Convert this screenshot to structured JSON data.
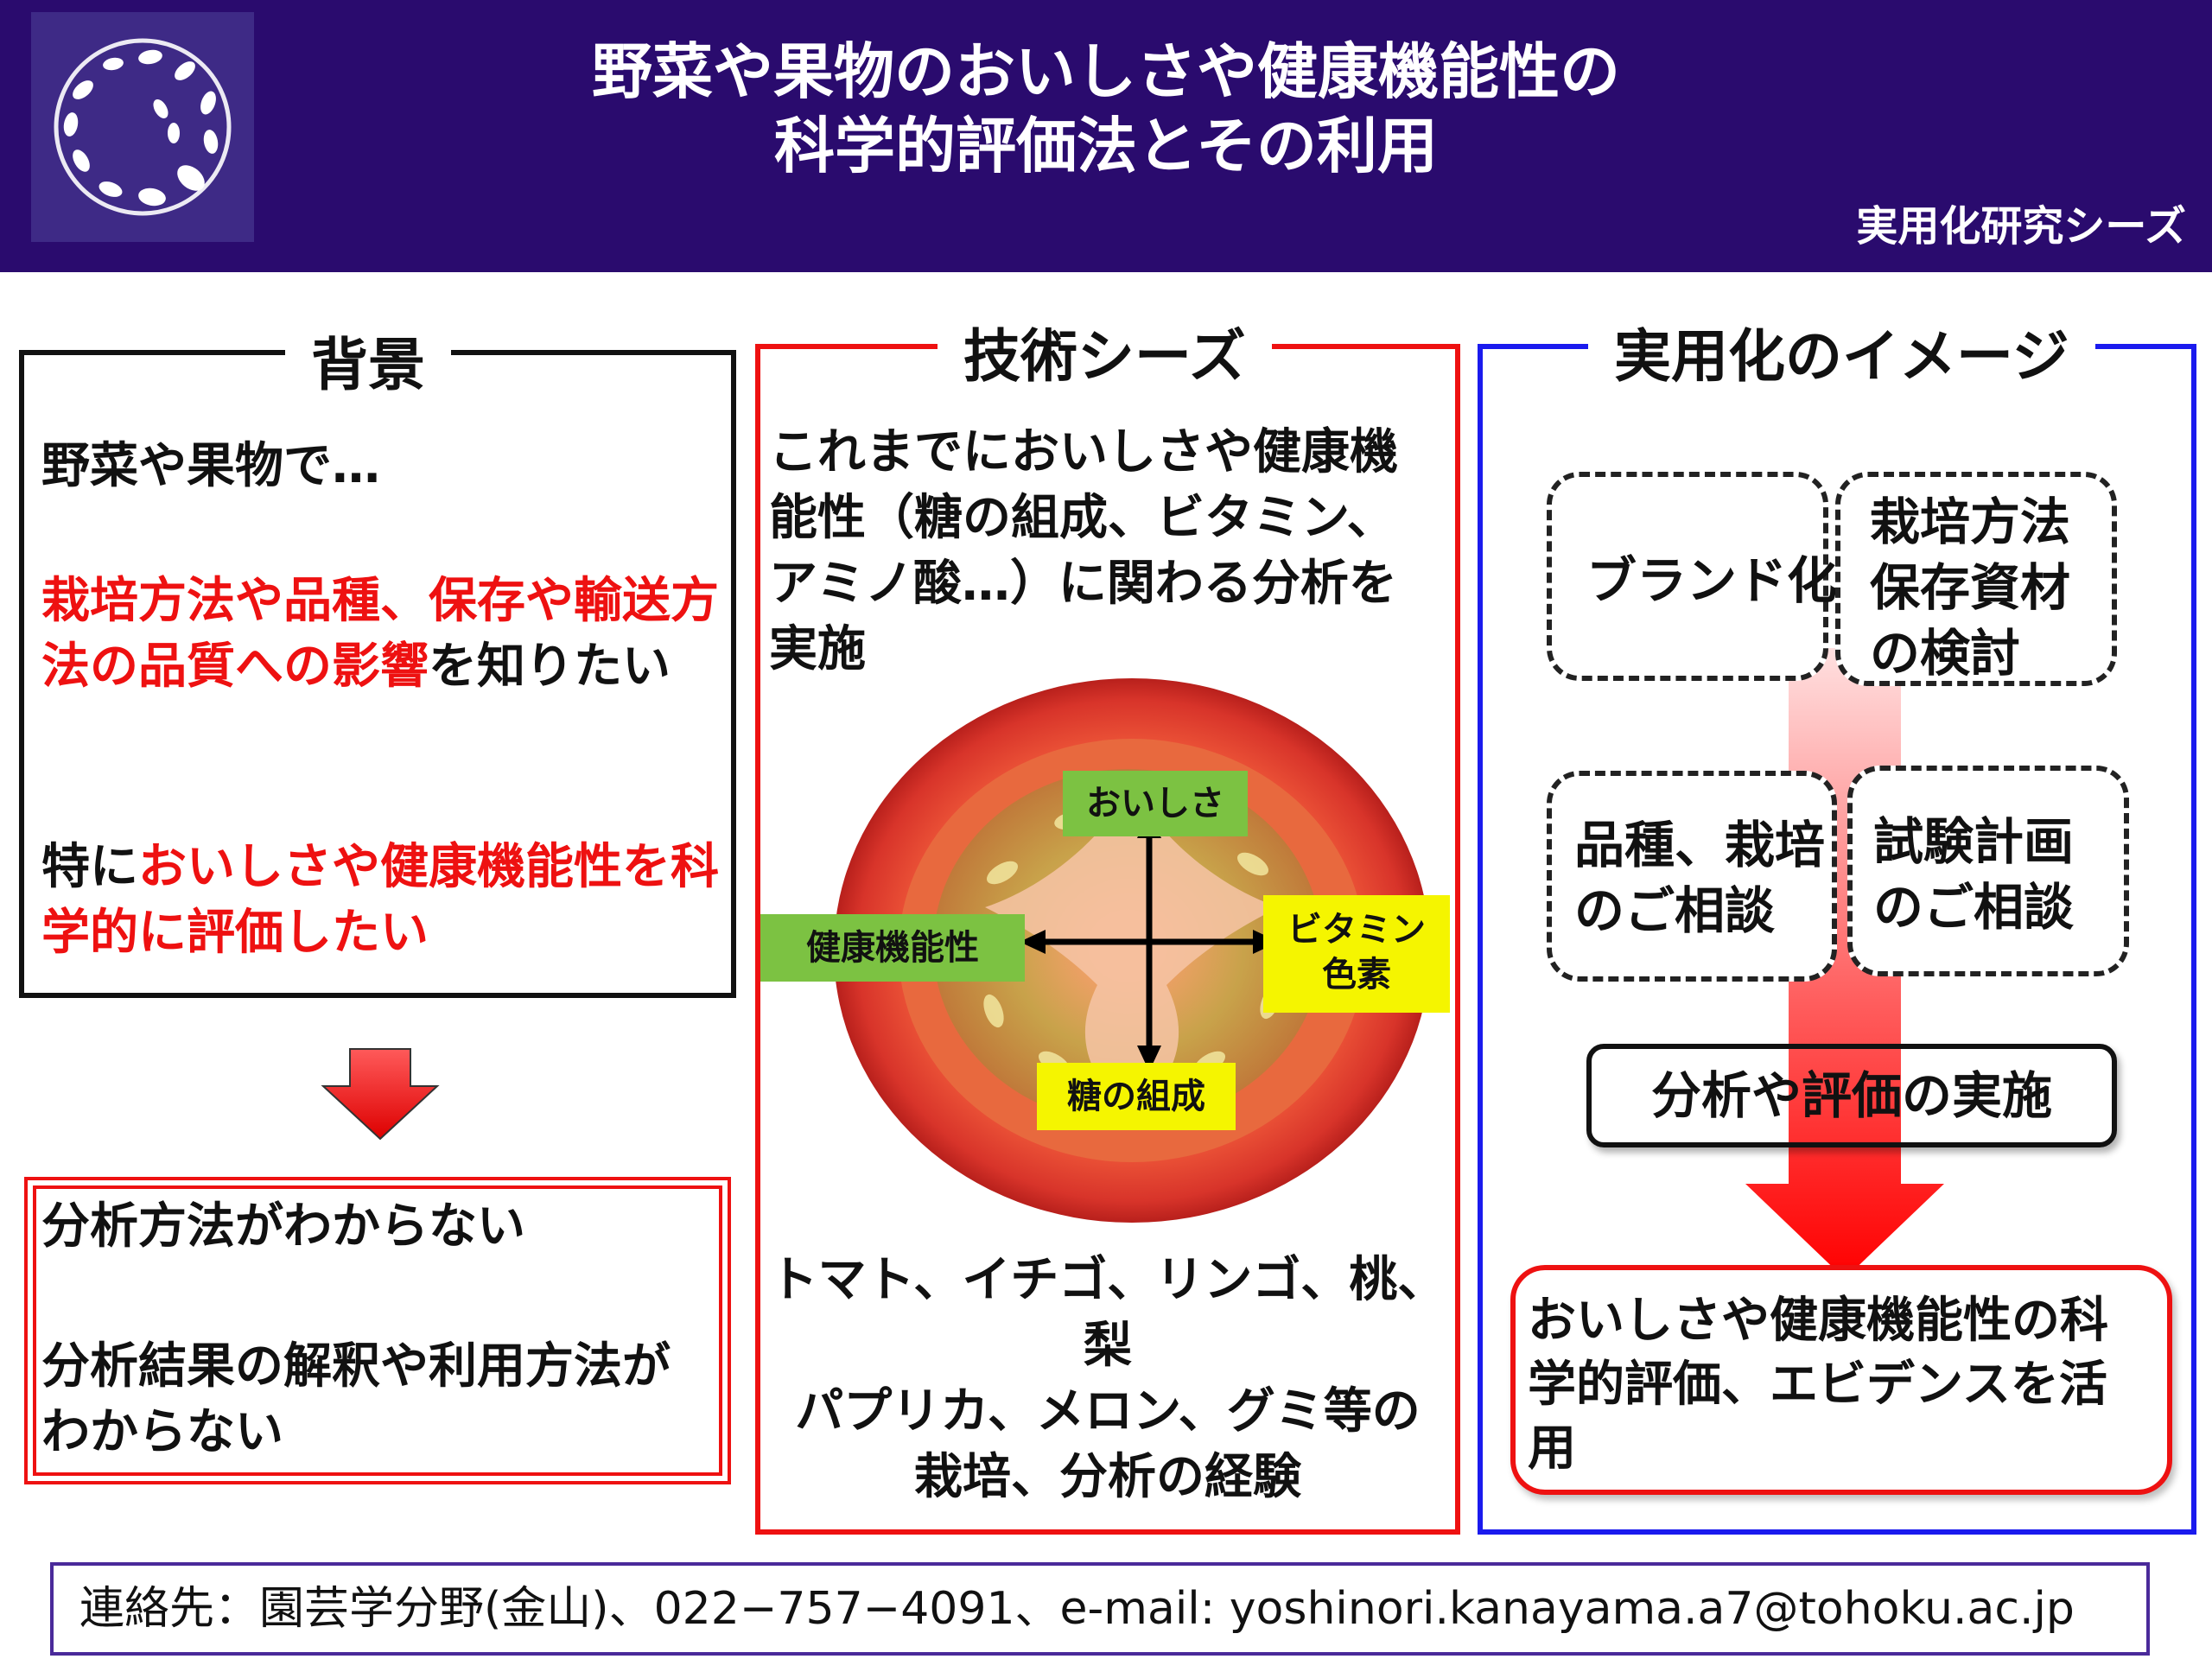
{
  "header": {
    "title_line1": "野菜や果物のおいしさや健康機能性の",
    "title_line2": "科学的評価法とその利用",
    "series_tag": "実用化研究シーズ"
  },
  "background": {
    "label": "背景",
    "p1": "野菜や果物で…",
    "p2_red": "栽培方法や品種、保存や輸送方法の品質への影響",
    "p2_black": "を知りたい",
    "p3_black": "特に",
    "p3_red": "おいしさや健康機能性を科学的に評価したい",
    "problem1": "分析方法がわからない",
    "problem2": "分析結果の解釈や利用方法がわからない"
  },
  "seeds": {
    "label": "技術シーズ",
    "intro": "これまでにおいしさや健康機能性（糖の組成、ビタミン、アミノ酸…）に関わる分析を実施",
    "axis_top": "おいしさ",
    "axis_left": "健康機能性",
    "axis_right_line1": "ビタミン",
    "axis_right_line2": "色素",
    "axis_bottom": "糖の組成",
    "experience_line1": "トマト、イチゴ、リンゴ、桃、梨",
    "experience_line2": "パプリカ、メロン、グミ等の",
    "experience_line3": "栽培、分析の経験"
  },
  "application": {
    "label": "実用化のイメージ",
    "box_brand": "ブランド化",
    "box_cultivation": "栽培方法保存資材の検討",
    "box_variety": "品種、栽培のご相談",
    "box_trial": "試験計画のご相談",
    "box_analysis": "分析や評価の実施",
    "result": "おいしさや健康機能性の科学的評価、エビデンスを活用"
  },
  "contact": {
    "text": "連絡先：園芸学分野(金山)、022−757−4091、e-mail: yoshinori.kanayama.a7@tohoku.ac.jp"
  },
  "colors": {
    "header_bg": "#2a0b6e",
    "accent_red": "#ee1111",
    "accent_blue": "#1a1aee",
    "tag_green": "#7cc242",
    "tag_yellow": "#f5f500"
  }
}
